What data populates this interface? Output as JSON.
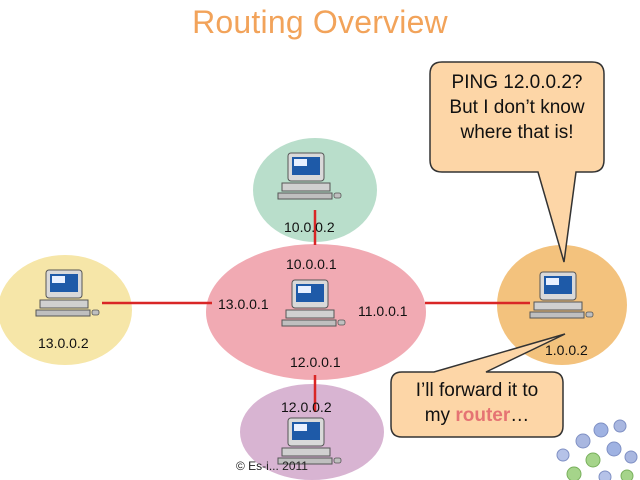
{
  "title": "Routing Overview",
  "hosts": {
    "top": "10.0.0.2",
    "left": "13.0.0.2",
    "right": "1.0.0.2",
    "bottom": "12.0.0.2"
  },
  "router_interfaces": {
    "top": "10.0.0.1",
    "left": "13.0.0.1",
    "right": "11.0.0.1",
    "bottom": "12.0.0.1"
  },
  "callouts": {
    "ping": {
      "line1": "PING 12.0.0.2?",
      "line2": "But I don’t know",
      "line3": "where that is!"
    },
    "forward": {
      "line1": "I’ll forward it to",
      "prefix": "my ",
      "highlight": "router",
      "suffix": "…"
    }
  },
  "footer": "© Es-i... 2011",
  "colors": {
    "title": "#f2a35a",
    "router_network": "#f1aab3",
    "top_network": "#b9decb",
    "left_network": "#f6e6a8",
    "right_network": "#f3c27d",
    "bottom_network": "#d8b4d2",
    "link": "#d92626",
    "callout_fill": "#fdd6a7",
    "router_highlight": "#e57373"
  }
}
